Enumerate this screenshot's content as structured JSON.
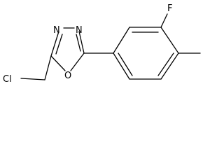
{
  "molecule": {
    "atoms": {
      "n1": "N",
      "n2": "N",
      "o1": "O",
      "cl": "Cl",
      "f": "F"
    },
    "colors": {
      "bond": "#000000",
      "text": "#000000",
      "background": "#ffffff"
    }
  }
}
